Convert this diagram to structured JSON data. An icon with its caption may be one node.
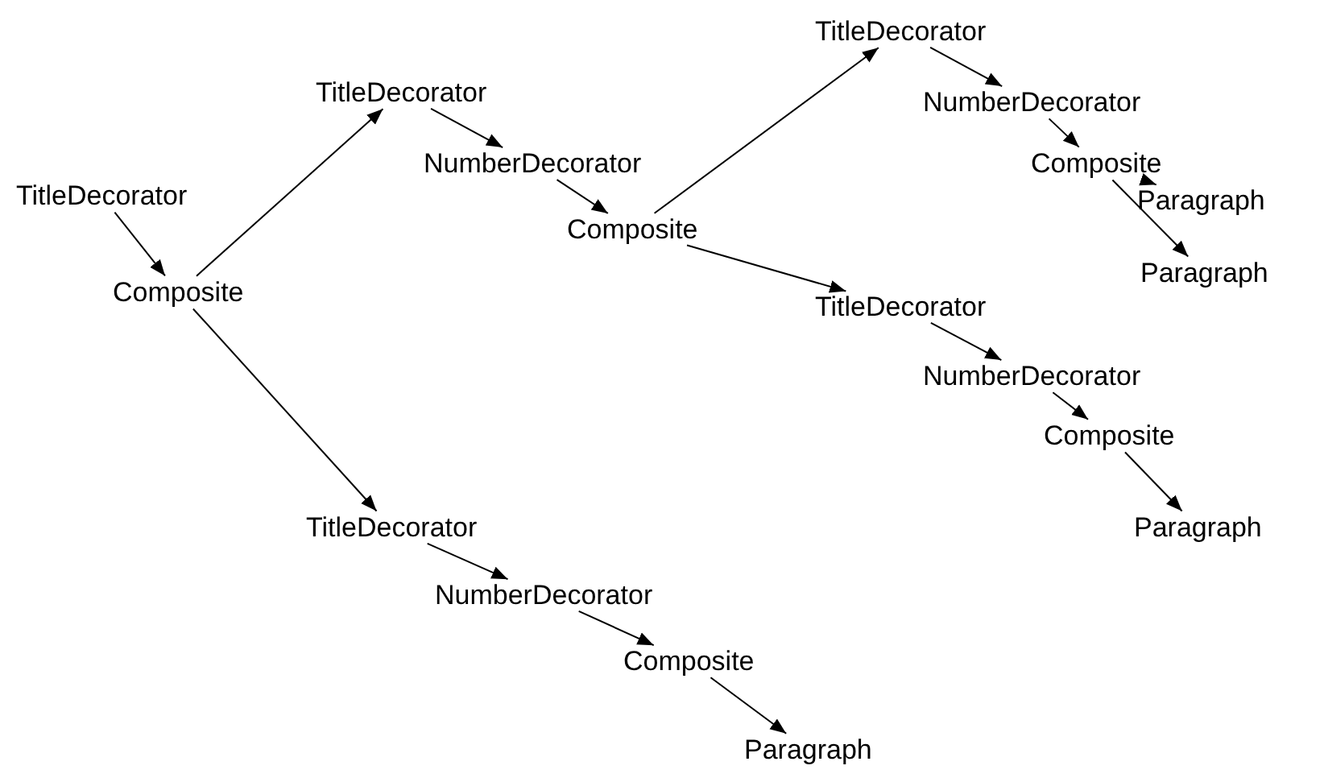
{
  "diagram": {
    "nodes": [
      {
        "text": [
          "TitleDecorator"
        ]
      },
      {
        "text": [
          "Composite"
        ]
      },
      {
        "text": [
          "TitleDecorator"
        ]
      },
      {
        "text": [
          "NumberDecorator"
        ]
      },
      {
        "text": [
          "Composite"
        ]
      },
      {
        "text": [
          "TitleDecorator"
        ]
      },
      {
        "text": [
          "NumberDecorator"
        ]
      },
      {
        "text": [
          "Composite"
        ]
      },
      {
        "text": [
          "Paragraph"
        ]
      },
      {
        "text": [
          "Paragraph"
        ]
      },
      {
        "text": [
          "TitleDecorator"
        ]
      },
      {
        "text": [
          "NumberDecorator"
        ]
      },
      {
        "text": [
          "Composite"
        ]
      },
      {
        "text": [
          "Paragraph"
        ]
      },
      {
        "text": [
          "TitleDecorator"
        ]
      },
      {
        "text": [
          "NumberDecorator"
        ]
      },
      {
        "text": [
          "Composite"
        ]
      },
      {
        "text": [
          "Paragraph"
        ]
      }
    ],
    "edges": [
      {
        "from": 0,
        "to": 1,
        "arrow": "to"
      },
      {
        "from": 1,
        "to": 2,
        "arrow": "to"
      },
      {
        "from": 1,
        "to": 14,
        "arrow": "to"
      },
      {
        "from": 2,
        "to": 3,
        "arrow": "to"
      },
      {
        "from": 3,
        "to": 4,
        "arrow": "to"
      },
      {
        "from": 4,
        "to": 5,
        "arrow": "to"
      },
      {
        "from": 4,
        "to": 10,
        "arrow": "to"
      },
      {
        "from": 5,
        "to": 6,
        "arrow": "to"
      },
      {
        "from": 6,
        "to": 7,
        "arrow": "to"
      },
      {
        "from": 7,
        "to": 8,
        "arrow": "to"
      },
      {
        "from": 7,
        "to": 9,
        "arrow": "to"
      },
      {
        "from": 10,
        "to": 11,
        "arrow": "to"
      },
      {
        "from": 11,
        "to": 12,
        "arrow": "to"
      },
      {
        "from": 12,
        "to": 13,
        "arrow": "to"
      },
      {
        "from": 14,
        "to": 15,
        "arrow": "to"
      },
      {
        "from": 15,
        "to": 16,
        "arrow": "to"
      },
      {
        "from": 16,
        "to": 17,
        "arrow": "to"
      }
    ]
  }
}
